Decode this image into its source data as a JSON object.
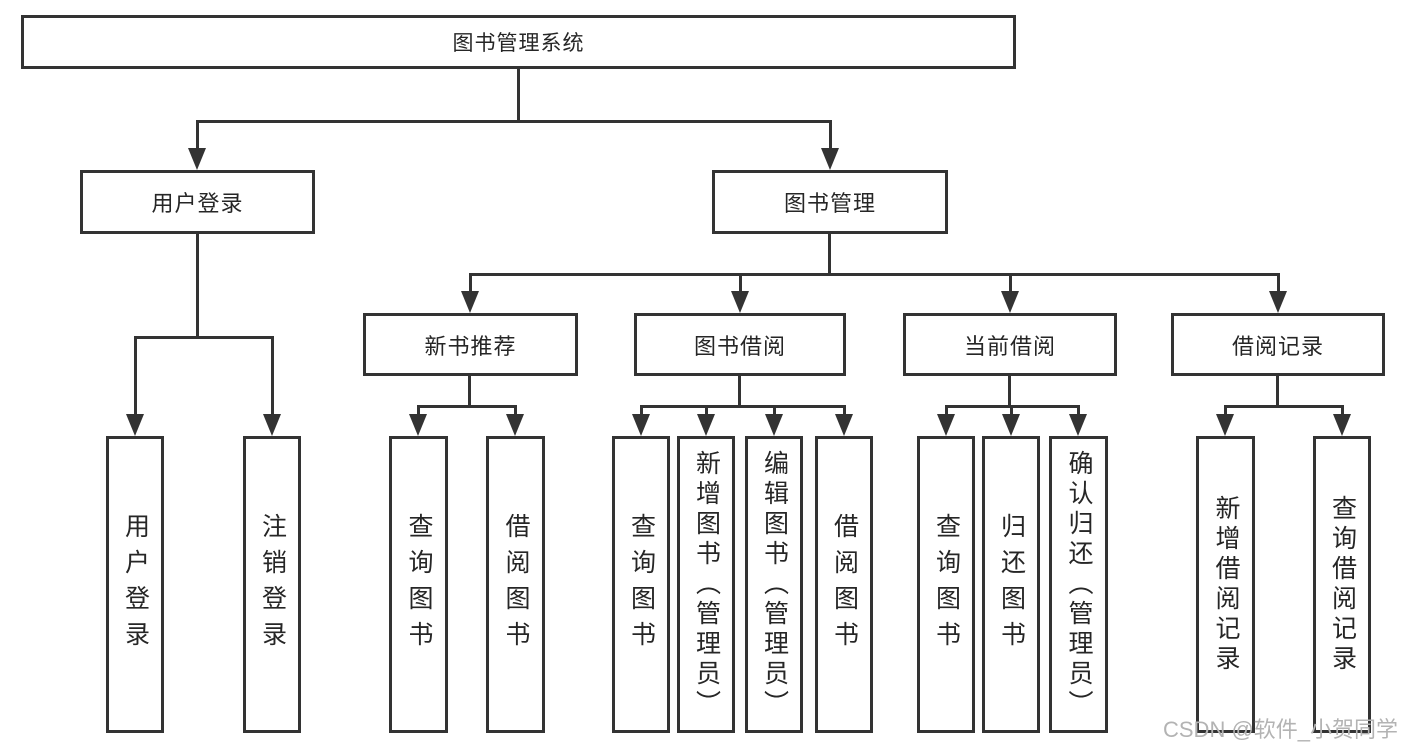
{
  "diagram": {
    "type": "hierarchy-chart",
    "title": "图书管理系统"
  },
  "tree": {
    "label": "图书管理系统",
    "children": [
      {
        "label": "用户登录",
        "children": [
          {
            "label": "用户登录"
          },
          {
            "label": "注销登录"
          }
        ]
      },
      {
        "label": "图书管理",
        "children": [
          {
            "label": "新书推荐",
            "children": [
              {
                "label": "查询图书"
              },
              {
                "label": "借阅图书"
              }
            ]
          },
          {
            "label": "图书借阅",
            "children": [
              {
                "label": "查询图书"
              },
              {
                "label": "新增图书（管理员）"
              },
              {
                "label": "编辑图书（管理员）"
              },
              {
                "label": "借阅图书"
              }
            ]
          },
          {
            "label": "当前借阅",
            "children": [
              {
                "label": "查询图书"
              },
              {
                "label": "归还图书"
              },
              {
                "label": "确认归还（管理员）"
              }
            ]
          },
          {
            "label": "借阅记录",
            "children": [
              {
                "label": "新增借阅记录"
              },
              {
                "label": "查询借阅记录"
              }
            ]
          }
        ]
      }
    ]
  },
  "watermark": "CSDN @软件_小贺同学",
  "colors": {
    "border": "#333333",
    "line": "#333333",
    "text": "#262626",
    "watermark": "#b3b3b3",
    "background": "#ffffff"
  }
}
